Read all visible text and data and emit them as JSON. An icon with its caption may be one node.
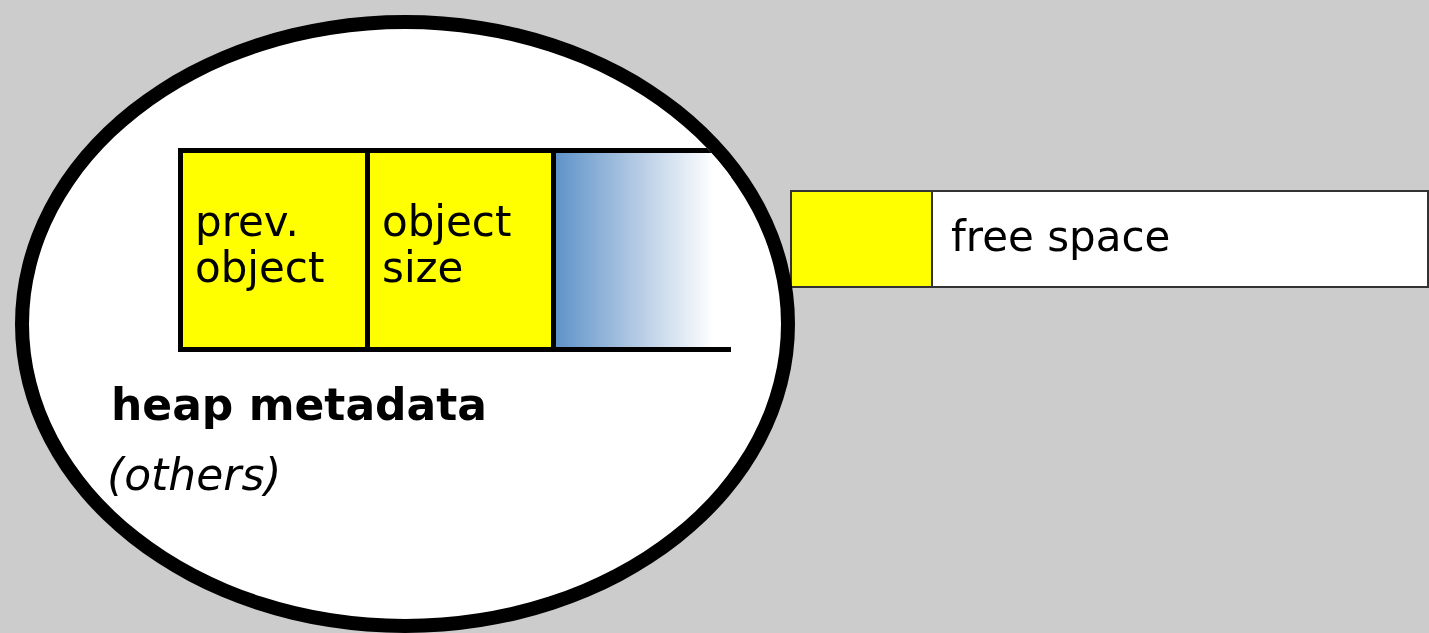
{
  "diagram": {
    "nodes": [
      {
        "text": [
          "heap metadata",
          "(others)"
        ]
      },
      {
        "text": [
          "prev. object"
        ],
        "in": 0
      },
      {
        "text": [
          "object size"
        ],
        "in": 0
      },
      {
        "text": [],
        "shape": "box",
        "in": 0
      },
      {
        "text": [],
        "shape": "box"
      },
      {
        "text": [
          "free space"
        ]
      }
    ]
  }
}
